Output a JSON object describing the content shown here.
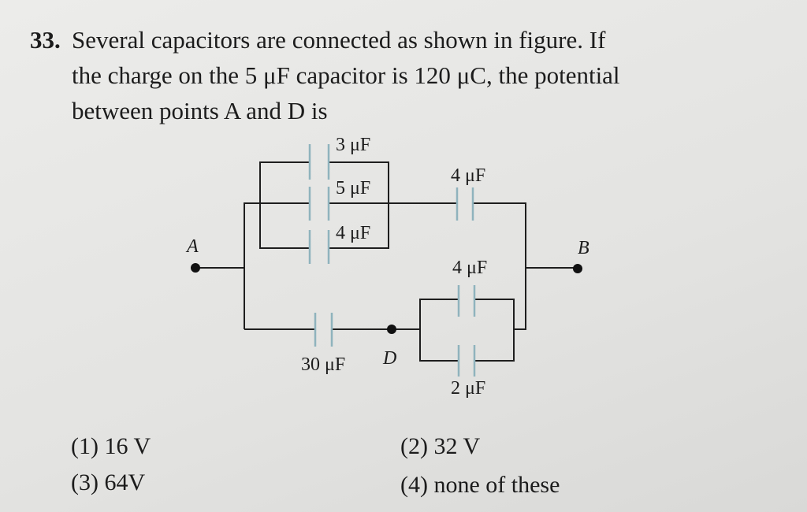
{
  "question": {
    "number": "33.",
    "lines": [
      "Several capacitors are connected as shown in figure. If",
      "the charge on the 5 μF capacitor is 120 μC, the potential",
      "between points A and D is"
    ]
  },
  "circuit": {
    "labels": {
      "c3": "3 μF",
      "c5": "5 μF",
      "c4a": "4 μF",
      "c4top": "4 μF",
      "c4b": "4 μF",
      "c30": "30 μF",
      "c2": "2 μF",
      "A": "A",
      "B": "B",
      "D": "D"
    }
  },
  "options": [
    "(1) 16 V",
    "(2) 32 V",
    "(3) 64V",
    "(4) none of these"
  ]
}
